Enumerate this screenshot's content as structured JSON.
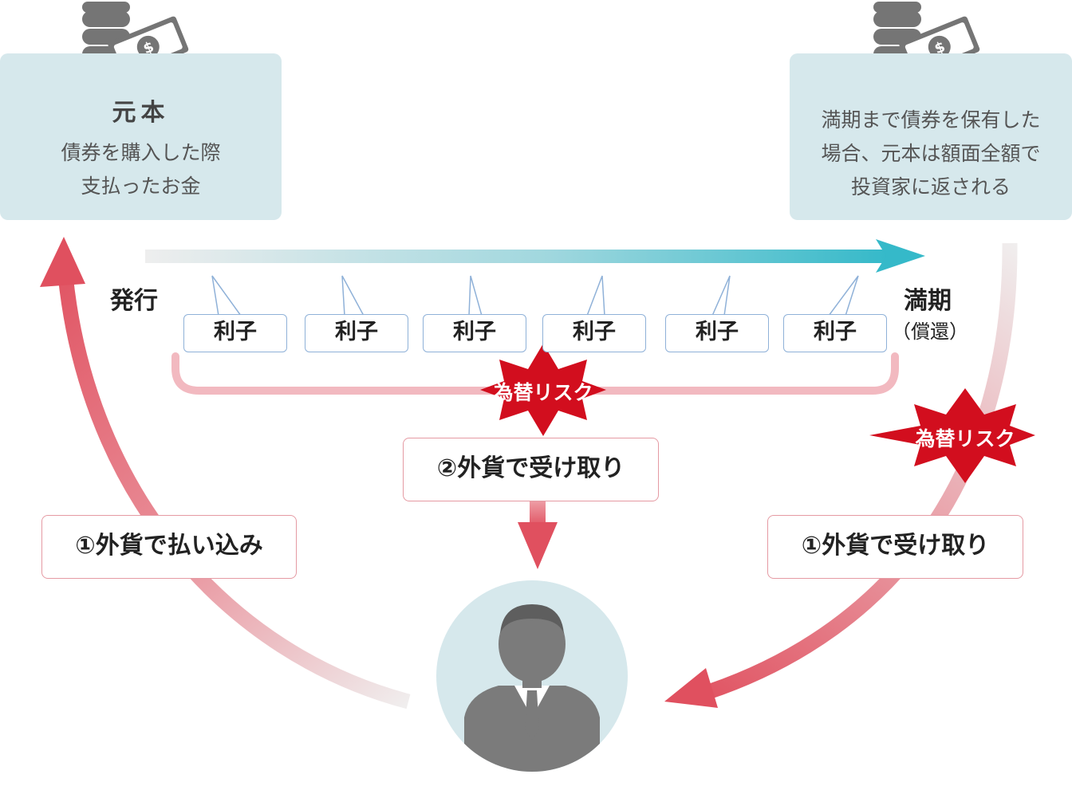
{
  "principal_box": {
    "title": "元本",
    "line1": "債券を購入した際",
    "line2": "支払ったお金"
  },
  "maturity_box": {
    "line1": "満期まで債券を保有した",
    "line2": "場合、元本は額面全額で",
    "line3": "投資家に返される"
  },
  "timeline": {
    "start_label": "発行",
    "end_label": "満期",
    "end_sublabel": "（償還）"
  },
  "interest_items": [
    {
      "label": "利子"
    },
    {
      "label": "利子"
    },
    {
      "label": "利子"
    },
    {
      "label": "利子"
    },
    {
      "label": "利子"
    },
    {
      "label": "利子"
    }
  ],
  "fx_risk_center": "為替リスク",
  "fx_risk_right": "為替リスク",
  "receive_interest": "②外貨で受け取り",
  "pay_in": "①外貨で払い込み",
  "receive_principal": "①外貨で受け取り",
  "colors": {
    "box_bg": "#d6e8ec",
    "arrow_red": "#e0505f",
    "burst_red": "#d20e1e",
    "teal": "#3fbccc",
    "interest_border": "#8fb1d8",
    "pill_border": "#e59aa3",
    "person_gray": "#7b7b7b"
  }
}
